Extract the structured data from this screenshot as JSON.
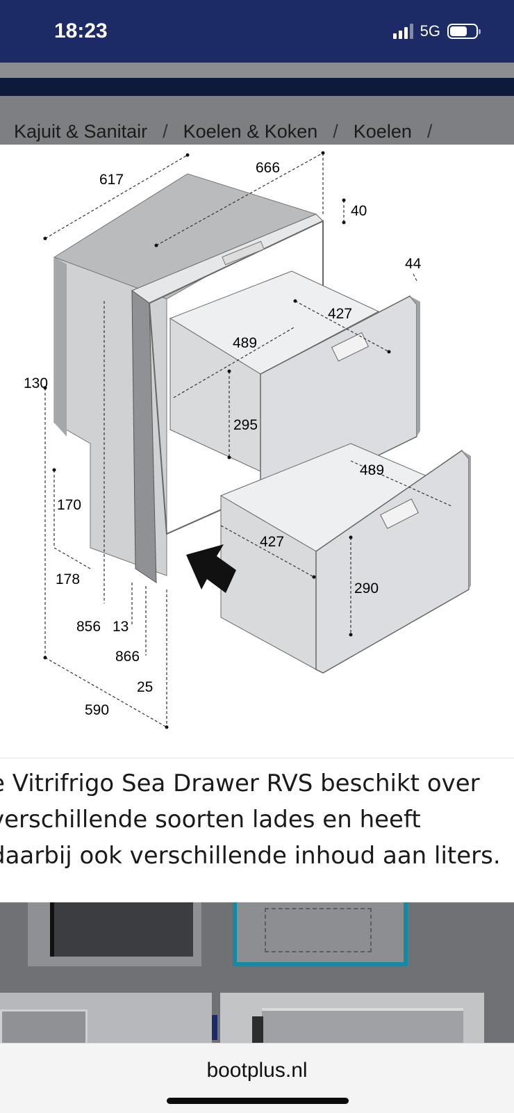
{
  "status": {
    "time": "18:23",
    "network": "5G"
  },
  "breadcrumb": [
    "Kajuit & Sanitair",
    "Koelen & Koken",
    "Koelen"
  ],
  "diagram": {
    "labels": {
      "d617": "617",
      "d666": "666",
      "d40": "40",
      "d44": "44",
      "d427a": "427",
      "d489a": "489",
      "d130": "130",
      "d295": "295",
      "d489b": "489",
      "d170": "170",
      "d427b": "427",
      "d290": "290",
      "d178": "178",
      "d856": "856",
      "d13": "13",
      "d866": "866",
      "d25": "25",
      "d590": "590"
    }
  },
  "description": {
    "lines": [
      "e Vitrifrigo Sea Drawer RVS beschikt over",
      "verschillende soorten lades en heeft",
      "daarbij ook verschillende inhoud aan liters."
    ]
  },
  "browser": {
    "url": "bootplus.nl"
  }
}
